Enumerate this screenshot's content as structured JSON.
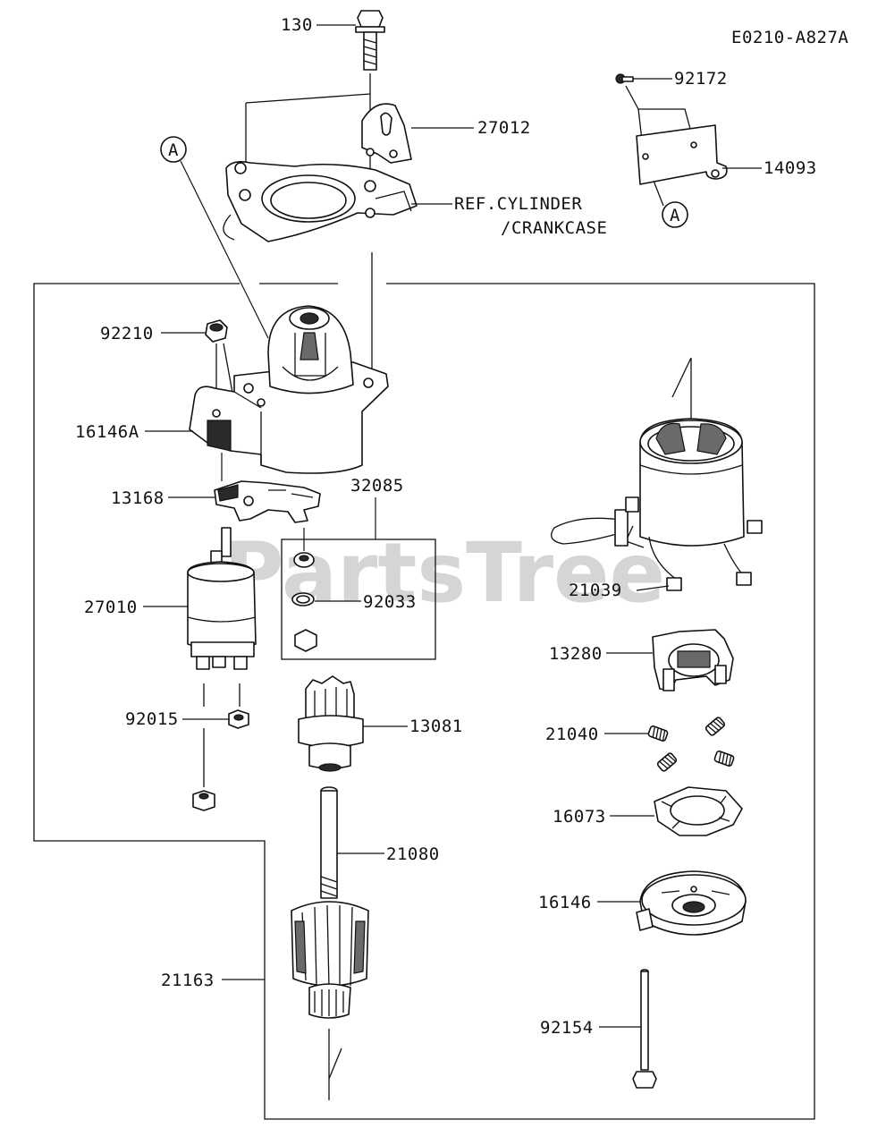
{
  "diagram_code": "E0210-A827A",
  "watermark": "PartsTree",
  "ref_label": {
    "line1": "REF.CYLINDER",
    "line2": "/CRANKCASE"
  },
  "callouts": {
    "a_top": "A",
    "a_right": "A"
  },
  "parts": {
    "p130": "130",
    "p27012": "27012",
    "p92172": "92172",
    "p14093": "14093",
    "p92210": "92210",
    "p16146A": "16146A",
    "p13168": "13168",
    "p32085": "32085",
    "p27010": "27010",
    "p92033": "92033",
    "p92015": "92015",
    "p13081": "13081",
    "p21080": "21080",
    "p21163": "21163",
    "p21039": "21039",
    "p13280": "13280",
    "p21040": "21040",
    "p16073": "16073",
    "p16146": "16146",
    "p92154": "92154"
  }
}
